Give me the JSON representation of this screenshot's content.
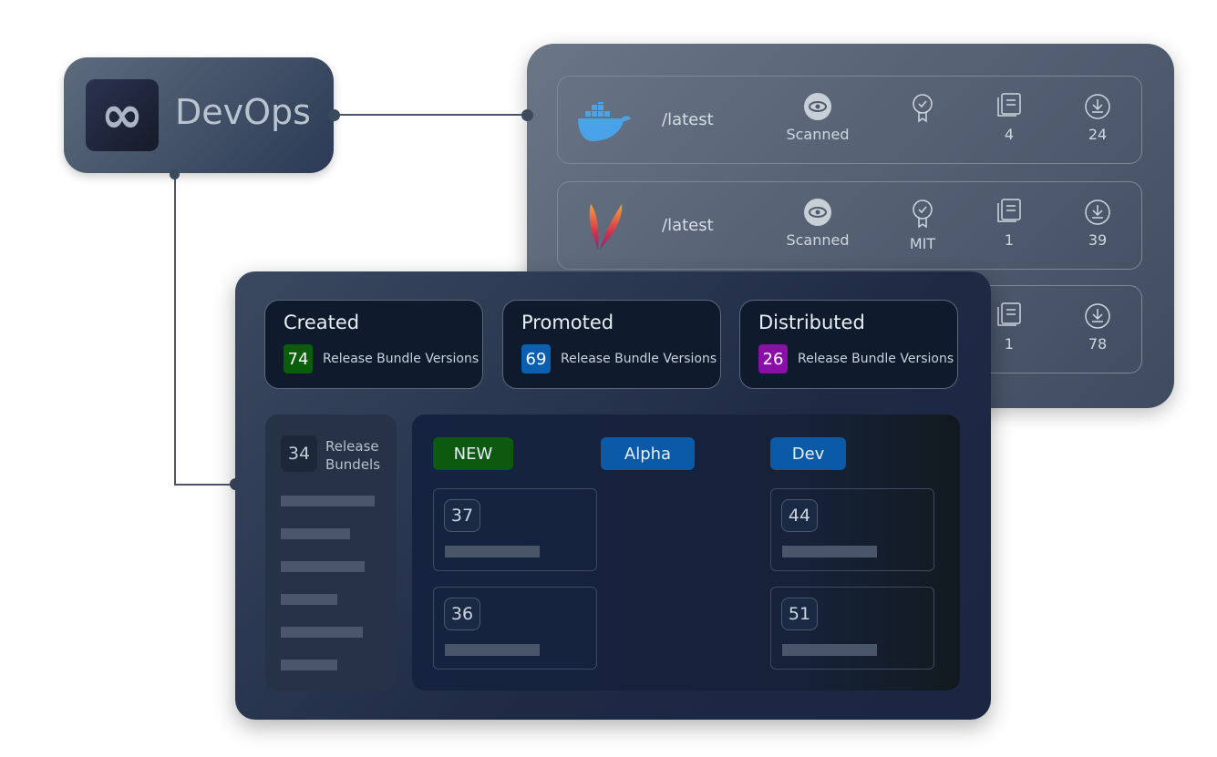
{
  "node": {
    "title": "DevOps",
    "icon": "infinity-icon"
  },
  "packages": [
    {
      "icon": "docker-icon",
      "tag": "/latest",
      "scan": "Scanned",
      "license": "",
      "files": "4",
      "downloads": "24"
    },
    {
      "icon": "maven-feather-icon",
      "tag": "/latest",
      "scan": "Scanned",
      "license": "MIT",
      "files": "1",
      "downloads": "39"
    },
    {
      "icon": "",
      "tag": "",
      "scan": "",
      "license": "",
      "files": "1",
      "downloads": "78"
    }
  ],
  "stats": [
    {
      "title": "Created",
      "count": "74",
      "label": "Release Bundle Versions",
      "color": "#0a5e0a"
    },
    {
      "title": "Promoted",
      "count": "69",
      "label": "Release Bundle Versions",
      "color": "#0a5fae"
    },
    {
      "title": "Distributed",
      "count": "26",
      "label": "Release Bundle Versions",
      "color": "#8a0fa8"
    }
  ],
  "sidebar": {
    "count": "34",
    "label_line1": "Release",
    "label_line2": "Bundels"
  },
  "stages": [
    {
      "label": "NEW",
      "color": "#0b5a10",
      "cards": [
        "37",
        "36"
      ]
    },
    {
      "label": "Alpha",
      "color": "#0a5aa8",
      "cards": []
    },
    {
      "label": "Dev",
      "color": "#0a5aa8",
      "cards": [
        "44",
        "51"
      ]
    }
  ]
}
